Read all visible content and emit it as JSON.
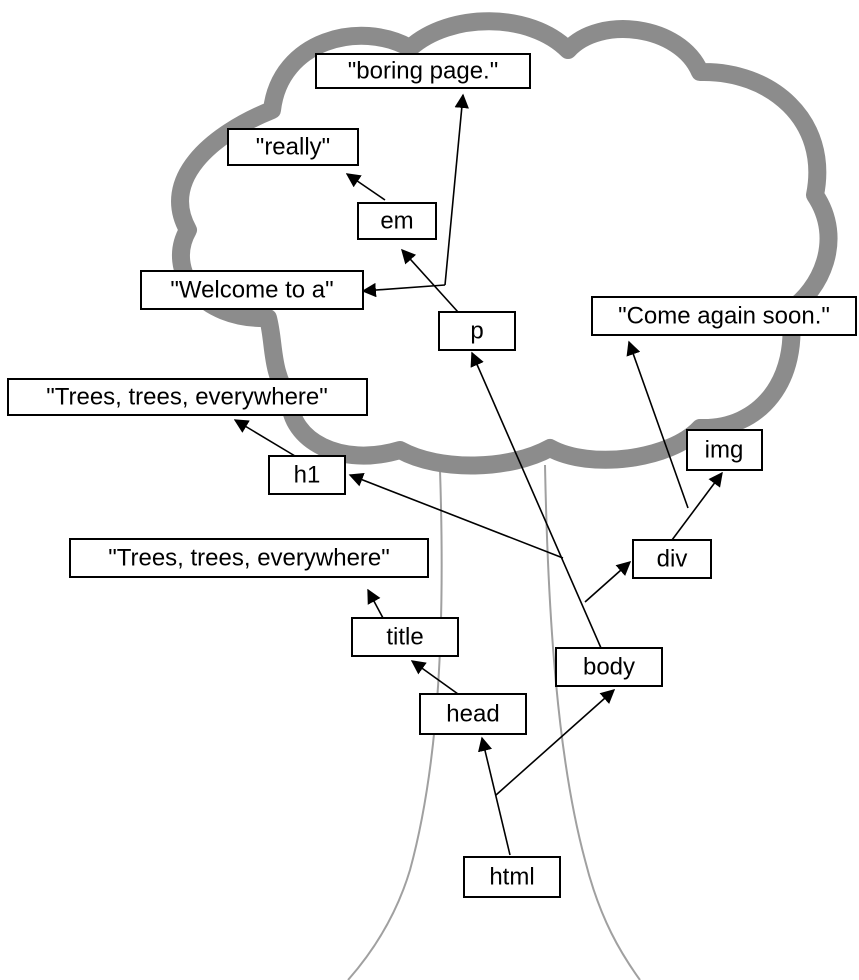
{
  "colors": {
    "canopy_outline": "#8c8c8c",
    "trunk": "#a0a0a0",
    "box_stroke": "#000000",
    "box_fill": "#ffffff",
    "arrow": "#000000"
  },
  "nodes": {
    "html": "html",
    "head": "head",
    "body": "body",
    "title": "title",
    "title_text": "\"Trees, trees, everywhere\"",
    "h1": "h1",
    "h1_text": "\"Trees, trees, everywhere\"",
    "div": "div",
    "img": "img",
    "div_text": "\"Come again soon.\"",
    "p": "p",
    "p_text_1": "\"Welcome to a\"",
    "em": "em",
    "em_text": "\"really\"",
    "p_text_2": "\"boring page.\""
  },
  "edges": [
    [
      "html",
      "head"
    ],
    [
      "html",
      "body"
    ],
    [
      "head",
      "title"
    ],
    [
      "title",
      "title_text"
    ],
    [
      "body",
      "h1"
    ],
    [
      "body",
      "p"
    ],
    [
      "body",
      "div"
    ],
    [
      "h1",
      "h1_text"
    ],
    [
      "div",
      "img"
    ],
    [
      "div",
      "div_text"
    ],
    [
      "p",
      "p_text_1"
    ],
    [
      "p",
      "em"
    ],
    [
      "p",
      "p_text_2"
    ],
    [
      "em",
      "em_text"
    ]
  ]
}
